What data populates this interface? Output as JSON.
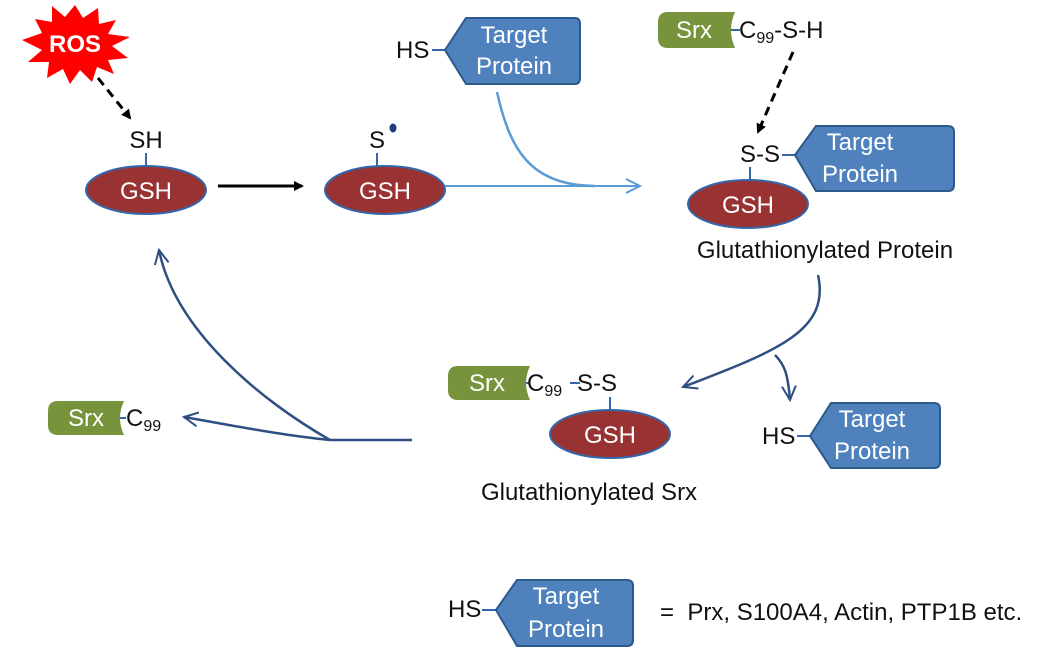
{
  "labels": {
    "ros": "ROS",
    "sh": "SH",
    "s_radical": "S",
    "gsh": "GSH",
    "hs": "HS",
    "target_line1": "Target",
    "target_line2": "Protein",
    "srx": "Srx",
    "c": "C",
    "c_sub": "99",
    "s_h_suffix": "-S-H",
    "s_s": "S-S",
    "glutathionylated_protein": "Glutathionylated Protein",
    "glutathionylated_srx": "Glutathionylated Srx",
    "legend_equals": "=  Prx, S100A4, Actin, PTP1B etc."
  },
  "colors": {
    "ros_burst": "#ff0000",
    "gsh_fill": "#993333",
    "gsh_stroke": "#3366aa",
    "protein_fill": "#4f81bd",
    "protein_stroke": "#2c5a8c",
    "srx_fill": "#77933c",
    "arrow_dark": "#2e4f82",
    "arrow_light": "#5b9bd5",
    "arrow_black": "#000000"
  }
}
